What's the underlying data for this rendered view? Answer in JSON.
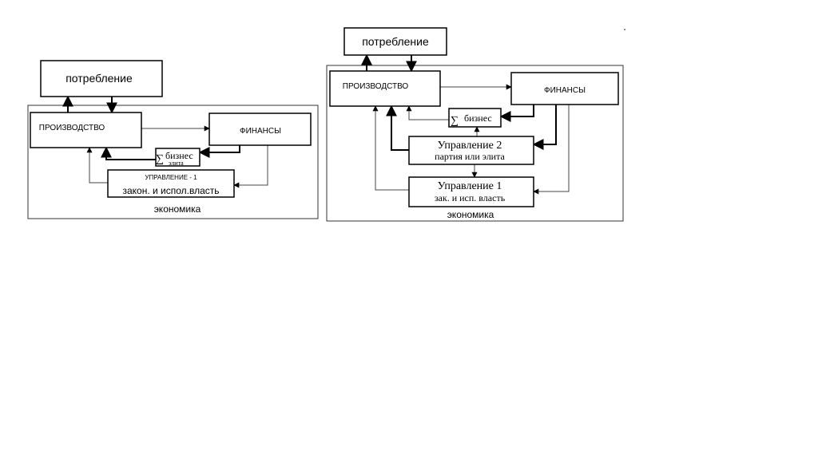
{
  "diagram_left": {
    "consumption": "потребление",
    "production": "ПРОИЗВОДСТВО",
    "finance": "ФИНАНСЫ",
    "sum_symbol": "∑",
    "business": "бизнес",
    "elite": "элита",
    "management_title": "УПРАВЛЕНИЕ - 1",
    "management_subtitle": "закон. и испол.власть",
    "economy": "экономика"
  },
  "diagram_right": {
    "consumption": "потребление",
    "production": "ПРОИЗВОДСТВО",
    "finance": "ФИНАНСЫ",
    "sum_symbol": "∑",
    "business": "бизнес",
    "management2_title": "Управление 2",
    "management2_subtitle": "партия или элита",
    "management1_title": "Управление 1",
    "management1_subtitle": "зак. и исп. власть",
    "economy": "экономика"
  }
}
